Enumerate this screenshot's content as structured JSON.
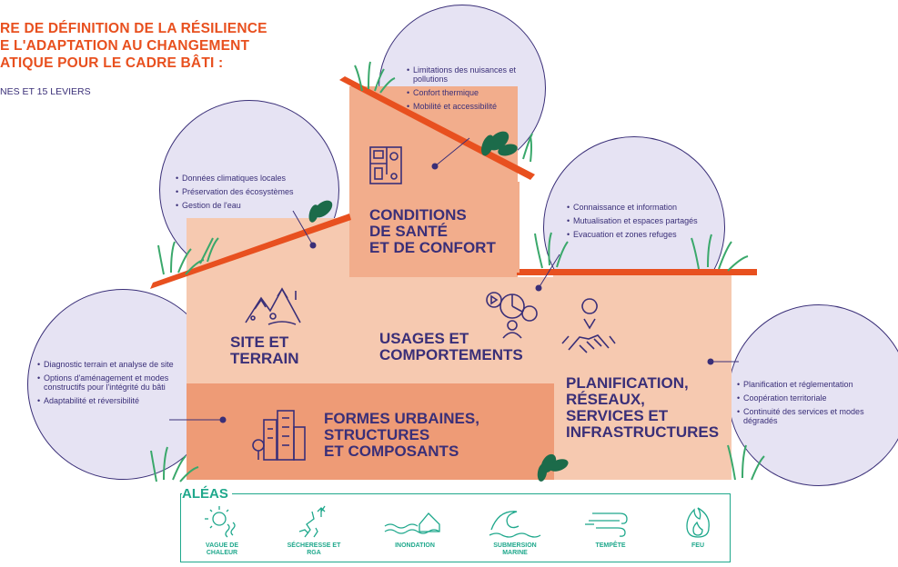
{
  "title": {
    "lines": [
      "RE DE DÉFINITION DE LA RÉSILIENCE",
      "E L'ADAPTATION AU CHANGEMENT",
      "ATIQUE POUR LE CADRE BÂTI :"
    ],
    "subtitle": "NES ET 15 LEVIERS"
  },
  "domains": {
    "health": [
      "CONDITIONS",
      "DE SANTÉ",
      "ET DE CONFORT"
    ],
    "site": [
      "SITE ET",
      "TERRAIN"
    ],
    "usage": [
      "USAGES ET",
      "COMPORTEMENTS"
    ],
    "planning": [
      "PLANIFICATION,",
      "RÉSEAUX,",
      "SERVICES ET",
      "INFRASTRUCTURES"
    ],
    "forms": [
      "FORMES URBAINES,",
      "STRUCTURES",
      "ET COMPOSANTS"
    ]
  },
  "levers": {
    "health": [
      "Limitations des nuisances et pollutions",
      "Confort thermique",
      "Mobilité et accessibilité"
    ],
    "site": [
      "Données climatiques locales",
      "Préservation des écosystèmes",
      "Gestion de l'eau"
    ],
    "usage": [
      "Connaissance et information",
      "Mutualisation et espaces partagés",
      "Evacuation et zones refuges"
    ],
    "forms": [
      "Diagnostic terrain et analyse de site",
      "Options d'aménagement et modes constructifs pour l'intégrité du bâti",
      "Adaptabilité et réversibilité"
    ],
    "planning": [
      "Planification et réglementation",
      "Coopération territoriale",
      "Continuité des services et modes dégradés"
    ]
  },
  "hazards": {
    "title": "ALÉAS",
    "items": [
      {
        "label": "VAGUE DE CHALEUR",
        "icon": "sun-heat-icon"
      },
      {
        "label": "SÉCHERESSE ET RGA",
        "icon": "drought-crack-icon"
      },
      {
        "label": "INONDATION",
        "icon": "flood-house-icon"
      },
      {
        "label": "SUBMERSION MARINE",
        "icon": "wave-icon"
      },
      {
        "label": "TEMPÊTE",
        "icon": "wind-icon"
      },
      {
        "label": "FEU",
        "icon": "fire-icon"
      }
    ]
  },
  "colors": {
    "accent_orange": "#e8501f",
    "navy": "#3a2f78",
    "teal": "#1fa88c",
    "bubble": "#e6e3f3",
    "block_light": "#f6c9b0",
    "block_mid": "#f2ad8c",
    "block_dark": "#ee9b76"
  }
}
